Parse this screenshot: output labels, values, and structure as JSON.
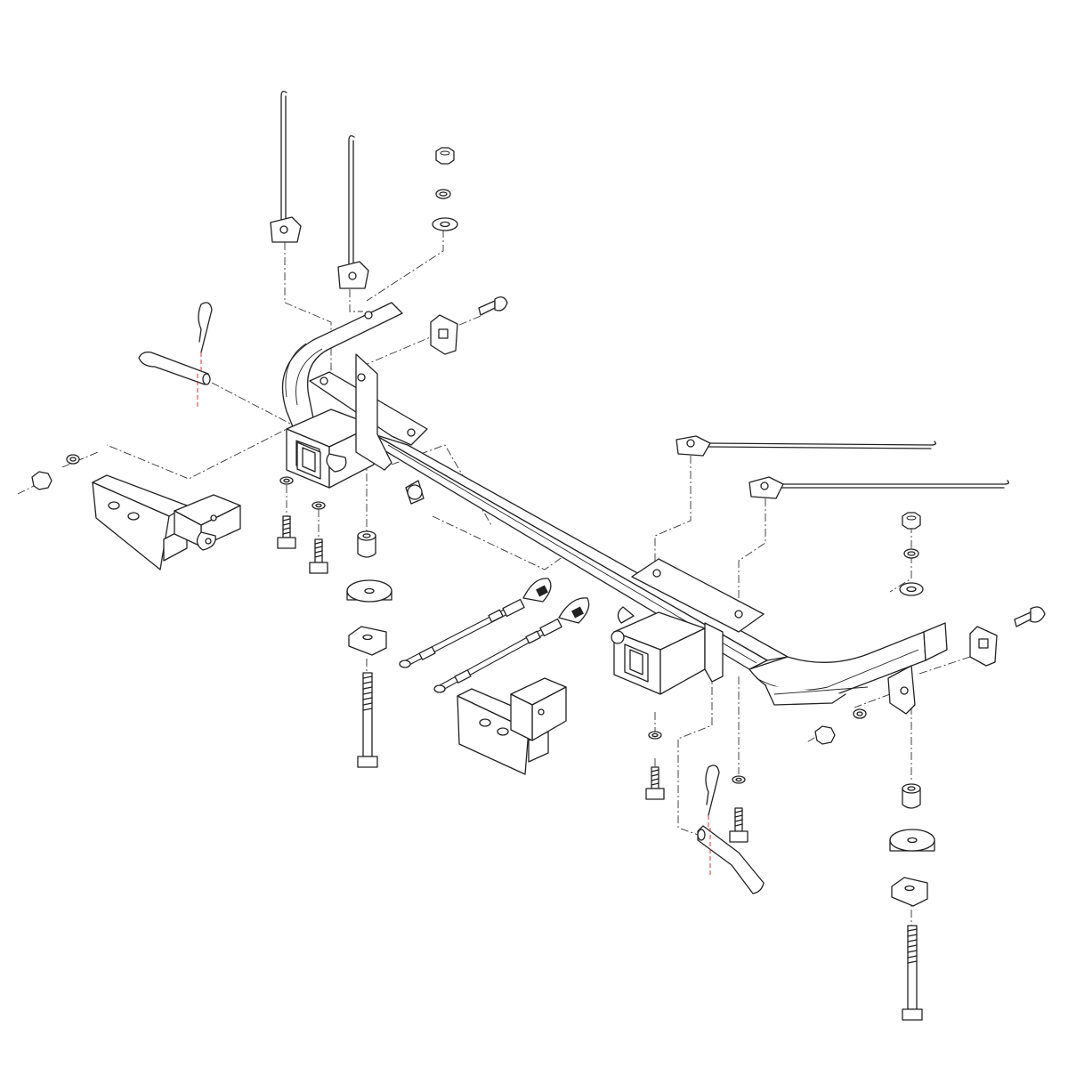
{
  "diagram": {
    "kind": "exploded-assembly-line-drawing",
    "background_color": "#ffffff",
    "line_color": "#222222",
    "centerline_color": "#d62020",
    "parts": [
      "tow-bar-crossbar",
      "receiver-tube",
      "mounting-bracket",
      "safety-cable",
      "hitch-pin",
      "hair-pin-clip",
      "carriage-bolt",
      "hex-bolt",
      "hex-nut",
      "lock-washer",
      "flat-washer",
      "spacer-sleeve",
      "square-backing-plate",
      "fish-wire",
      "attachment-tab"
    ]
  }
}
